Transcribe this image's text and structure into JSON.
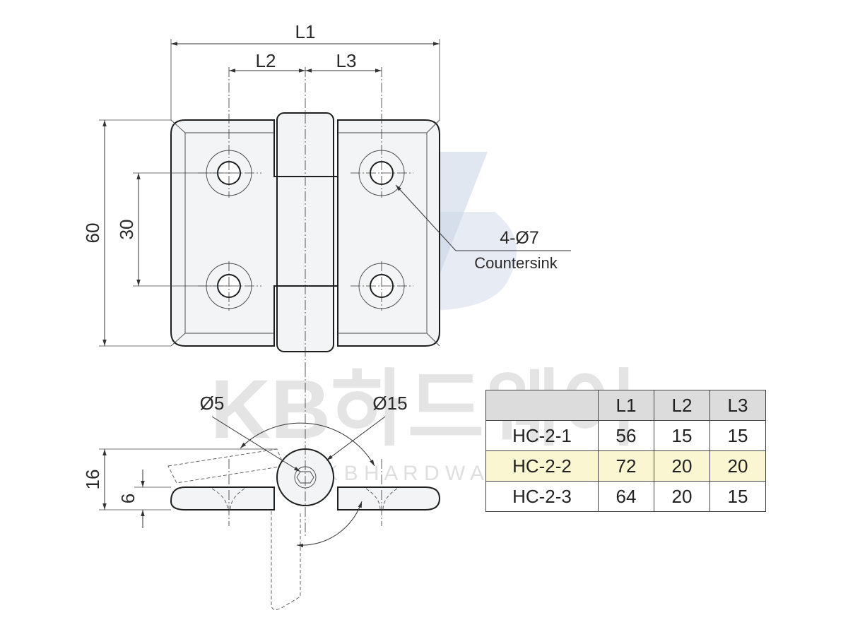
{
  "watermark": {
    "main": "KB하드웨어",
    "sub": "K B H A R D W A R E"
  },
  "dimensions": {
    "L1": "L1",
    "L2": "L2",
    "L3": "L3",
    "height": "60",
    "hole_spacing": "30",
    "hole_callout": "4-Ø7",
    "hole_note": "Countersink",
    "pin_dia": "Ø5",
    "knuckle_dia": "Ø15",
    "side_height": "16",
    "leaf_thickness": "6"
  },
  "table": {
    "headers": [
      "",
      "L1",
      "L2",
      "L3"
    ],
    "rows": [
      [
        "HC-2-1",
        "56",
        "15",
        "15"
      ],
      [
        "HC-2-2",
        "72",
        "20",
        "20"
      ],
      [
        "HC-2-3",
        "64",
        "20",
        "15"
      ]
    ],
    "highlight_row": 1,
    "colors": {
      "header": "#dcdcdc",
      "highlight": "#fbf6d2"
    }
  }
}
